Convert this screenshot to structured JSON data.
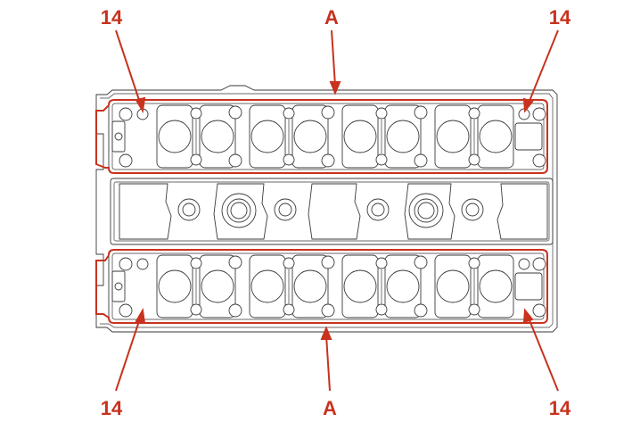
{
  "colors": {
    "callout": "#c8321e",
    "outline": "#3a3a3a",
    "background": "#ffffff"
  },
  "callouts": {
    "top_left": "14",
    "top_center": "A",
    "top_right": "14",
    "bottom_left": "14",
    "bottom_center": "A",
    "bottom_right": "14"
  }
}
